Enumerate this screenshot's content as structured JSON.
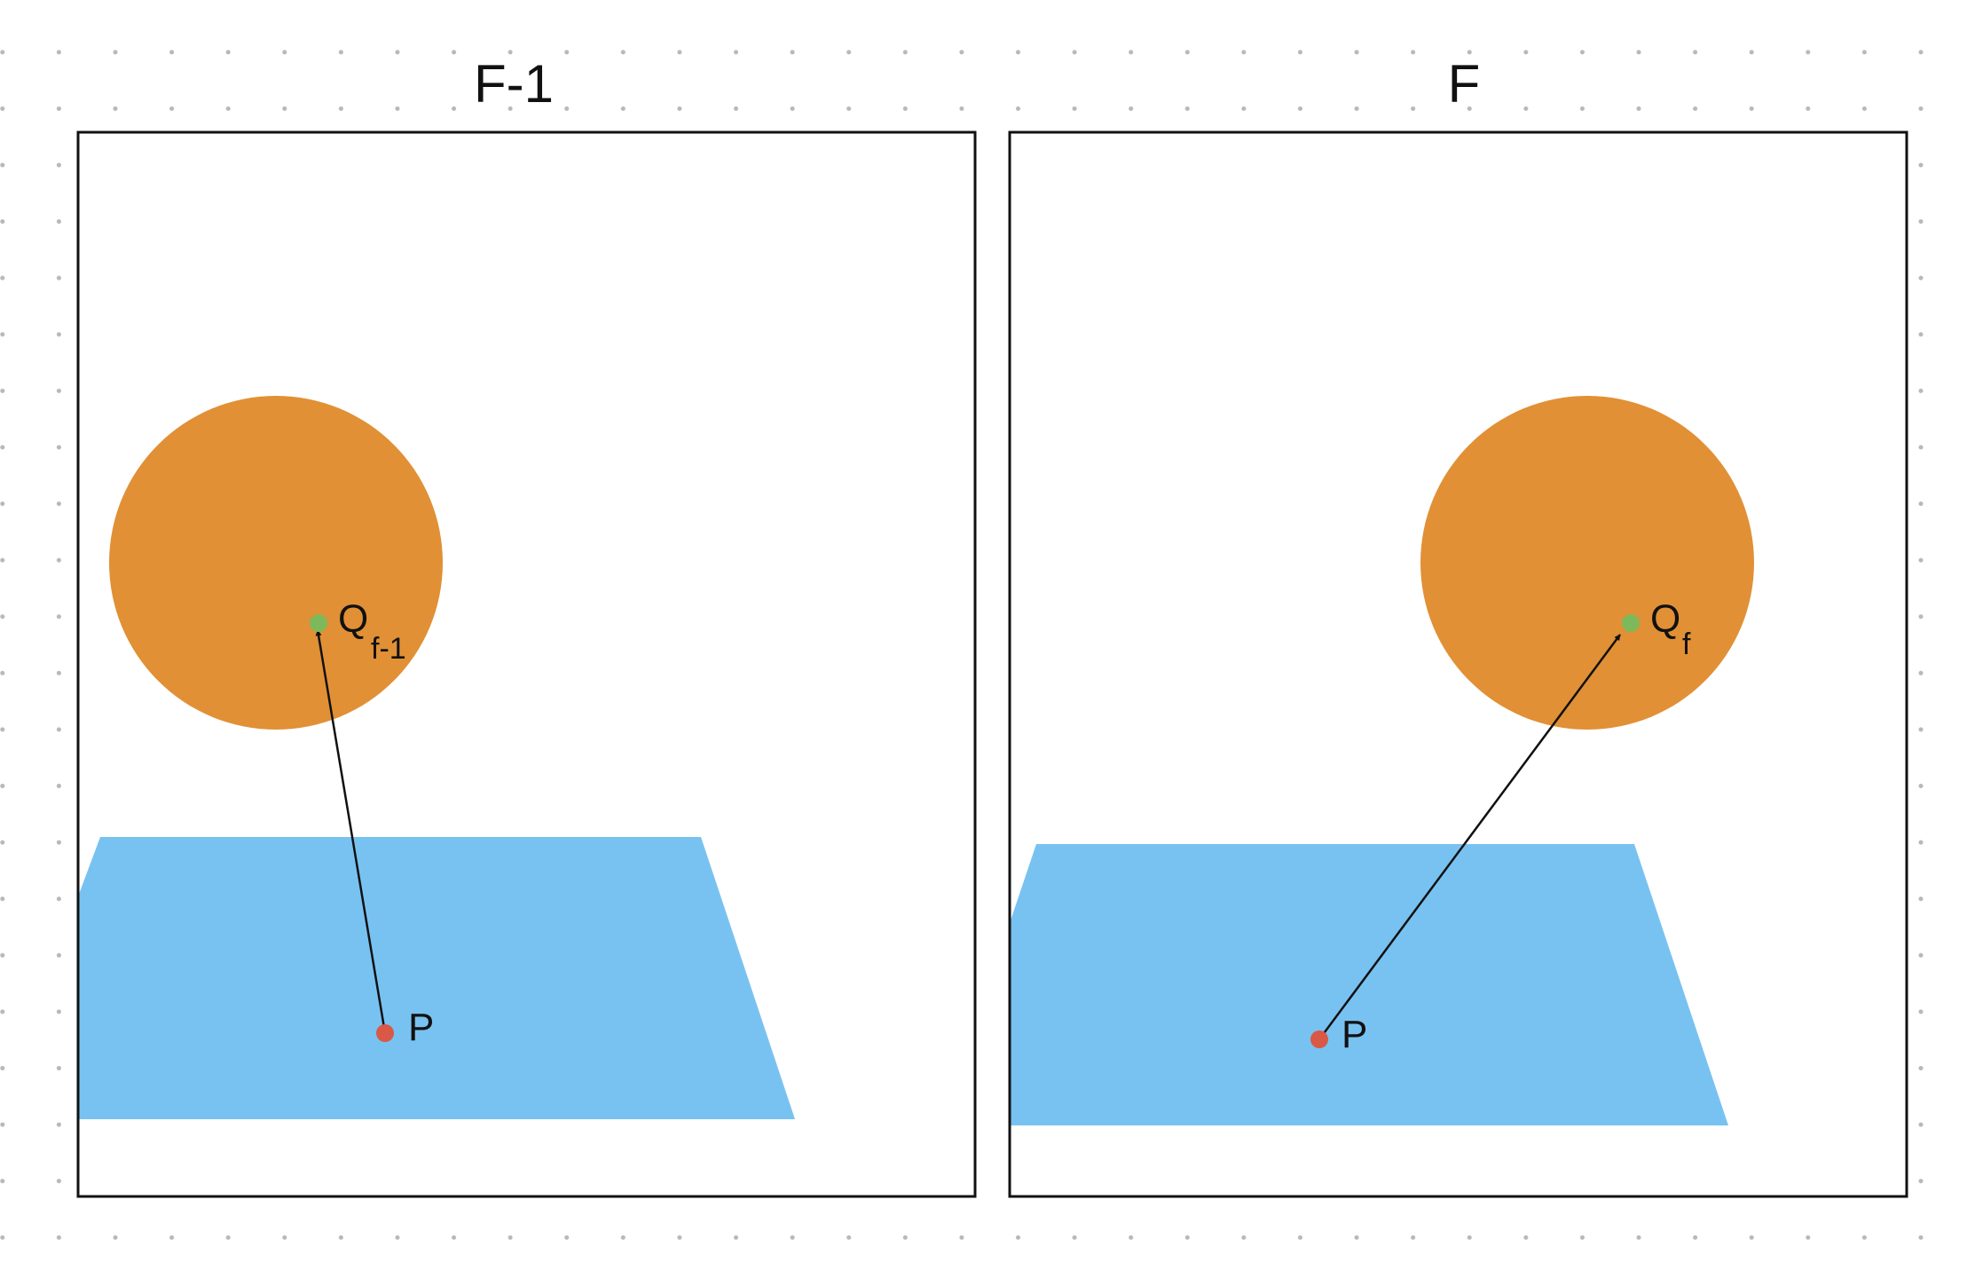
{
  "frames": [
    {
      "title": "F-1",
      "point_p": "P",
      "point_q": "Q",
      "point_q_subscript": "f-1"
    },
    {
      "title": "F",
      "point_p": "P",
      "point_q": "Q",
      "point_q_subscript": "f"
    }
  ],
  "colors": {
    "circle": "#E19035",
    "plane": "#78C2F1",
    "point_p": "#DA5846",
    "point_q": "#7DB95A",
    "frame_border": "#111111",
    "arrow": "#111111",
    "grid_dot": "#B8B8B8"
  }
}
